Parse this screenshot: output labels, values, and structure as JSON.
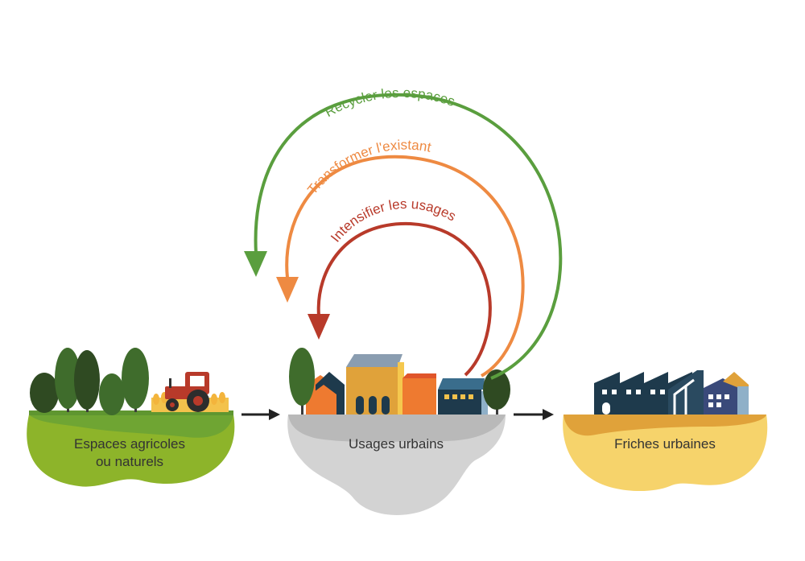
{
  "diagram": {
    "islands": {
      "agricultural": {
        "label_line1": "Espaces agricoles",
        "label_line2": "ou naturels"
      },
      "urban": {
        "label": "Usages urbains"
      },
      "wasteland": {
        "label": "Friches urbaines"
      }
    },
    "loops": [
      {
        "label": "Recycler les espaces",
        "color": "#5a9e3e"
      },
      {
        "label": "Transformer l'existant",
        "color": "#ee8a42"
      },
      {
        "label": "Intensifier les usages",
        "color": "#b83a2a"
      }
    ]
  },
  "colors": {
    "farm_green": "#8db42a",
    "urban_grey": "#c8c8c8",
    "wasteland_yellow": "#f6d36b",
    "arrow_dark": "#222222"
  }
}
